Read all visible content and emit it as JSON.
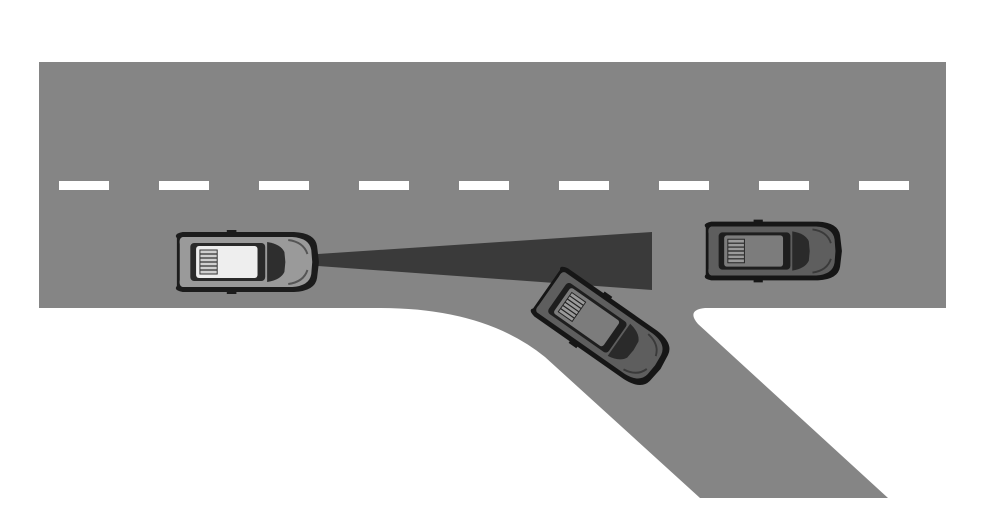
{
  "diagram": {
    "background": "#ffffff",
    "road_color": "#858585",
    "lane_marking_color": "#ffffff",
    "sensor_beam_color": "#3a3a3a",
    "vehicles": [
      {
        "id": "ego",
        "body_color": "#8c8c8c",
        "roof_color": "#e6e6e6",
        "outline_color": "#1a1a1a",
        "icon": "car-top-view-icon"
      },
      {
        "id": "merging",
        "body_color": "#555555",
        "roof_color": "#7a7a7a",
        "outline_color": "#111111",
        "icon": "car-top-view-icon"
      },
      {
        "id": "ahead",
        "body_color": "#555555",
        "roof_color": "#7a7a7a",
        "outline_color": "#111111",
        "icon": "car-top-view-icon"
      }
    ]
  }
}
